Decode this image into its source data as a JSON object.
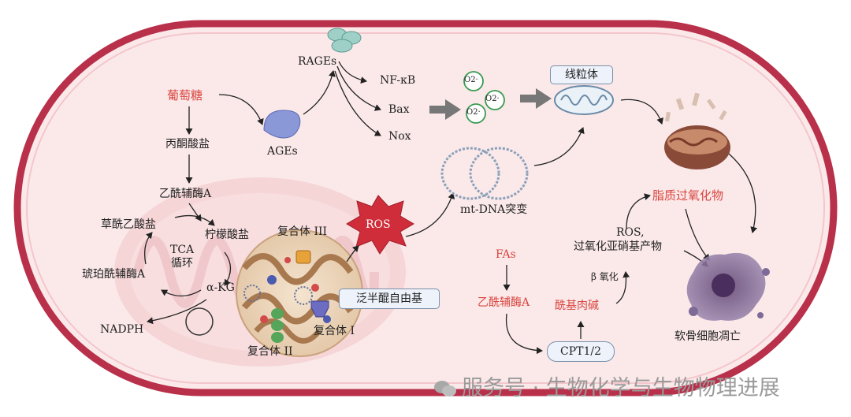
{
  "labels": {
    "glucose": "葡萄糖",
    "pyruvate": "丙酮酸盐",
    "acetyl_coa_left": "乙酰辅酶A",
    "oxaloacetate": "草酰乙酸盐",
    "citrate": "柠檬酸盐",
    "tca": "TCA",
    "cycle": "循环",
    "succinyl_coa": "琥珀酰辅酶A",
    "akg": "α-KG",
    "nadph": "NADPH",
    "complex3": "复合体 III",
    "complex1": "复合体 I",
    "complex2": "复合体 II",
    "semiquinone": "泛半醌自由基",
    "ros_star": "ROS",
    "ages": "AGEs",
    "rages": "RAGEs",
    "nfkb": "NF-κB",
    "bax": "Bax",
    "nox": "Nox",
    "o2": "O2·",
    "mitochondria": "线粒体",
    "mtdna": "mt-DNA突变",
    "lipid_perox": "脂质过氧化物",
    "ros_peroxynitrite_1": "ROS,",
    "ros_peroxynitrite_2": "过氧化亚硝基产物",
    "beta_ox": "β 氧化",
    "fas": "FAs",
    "acetyl_coa_right": "乙酰辅酶A",
    "acylcarnitine": "酰基肉碱",
    "cpt": "CPT1/2",
    "apoptosis": "软骨细胞凋亡"
  },
  "watermark": "服务号 · 生物化学与生物物理进展",
  "colors": {
    "cell_border": "#b8304a",
    "cell_fill": "#fbe9ea",
    "red_text": "#d9453e",
    "ros_fill": "#cf2d3a",
    "box_fill": "#eef3fb"
  }
}
